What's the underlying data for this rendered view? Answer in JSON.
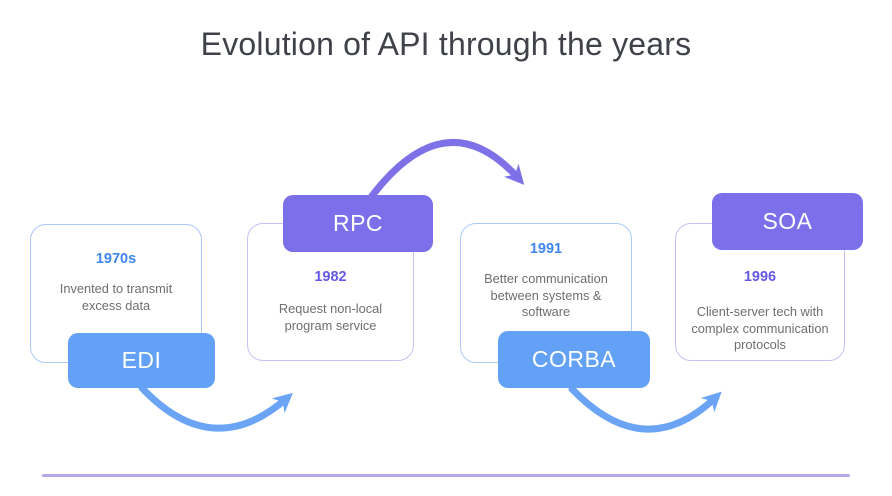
{
  "title": "Evolution of API through the years",
  "colors": {
    "badge_blue": "#62a1f5",
    "badge_purple": "#7b70e9",
    "year_blue": "#3e87ee",
    "year_purple": "#6559e6",
    "card_border_blue": "#accaf8",
    "card_border_purple": "#c6c0f4",
    "description_text": "#6e6e6e",
    "title_text": "#3f4349",
    "arrow_blue": "#6ba4f5",
    "arrow_purple": "#7e71e8",
    "baseline_divider": "#b3a8ec"
  },
  "milestones": [
    {
      "label": "EDI",
      "year": "1970s",
      "description": "Invented to transmit excess data",
      "theme": "blue",
      "badge_position": "bottom"
    },
    {
      "label": "RPC",
      "year": "1982",
      "description": "Request non-local program service",
      "theme": "purple",
      "badge_position": "top"
    },
    {
      "label": "CORBA",
      "year": "1991",
      "description": "Better communication between systems & software",
      "theme": "blue",
      "badge_position": "bottom"
    },
    {
      "label": "SOA",
      "year": "1996",
      "description": "Client-server tech with complex communication protocols",
      "theme": "purple",
      "badge_position": "top"
    }
  ]
}
